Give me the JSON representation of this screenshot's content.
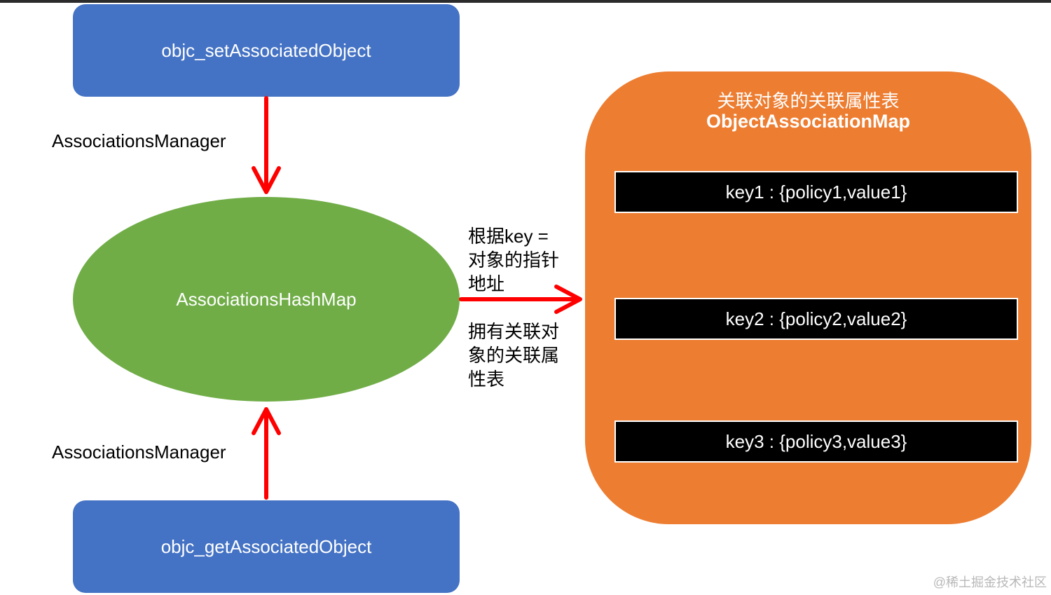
{
  "diagram": {
    "set_function": "objc_setAssociatedObject",
    "get_function": "objc_getAssociatedObject",
    "manager_label_top": "AssociationsManager",
    "manager_label_bottom": "AssociationsManager",
    "hash_map": "AssociationsHashMap",
    "lookup_text": "根据key = 对象的指针地址",
    "owns_text": "拥有关联对象的关联属性表",
    "association_map": {
      "title_cn": "关联对象的关联属性表",
      "title_en": "ObjectAssociationMap",
      "entries": [
        "key1 : {policy1,value1}",
        "key2 : {policy2,value2}",
        "key3 : {policy3,value3}"
      ]
    },
    "watermark": "@稀土掘金技术社区"
  },
  "colors": {
    "function_box": "#4472c4",
    "hash_map": "#70ad47",
    "association_map": "#ed7d31",
    "entry_box": "#000000",
    "arrow": "#ff0000"
  }
}
